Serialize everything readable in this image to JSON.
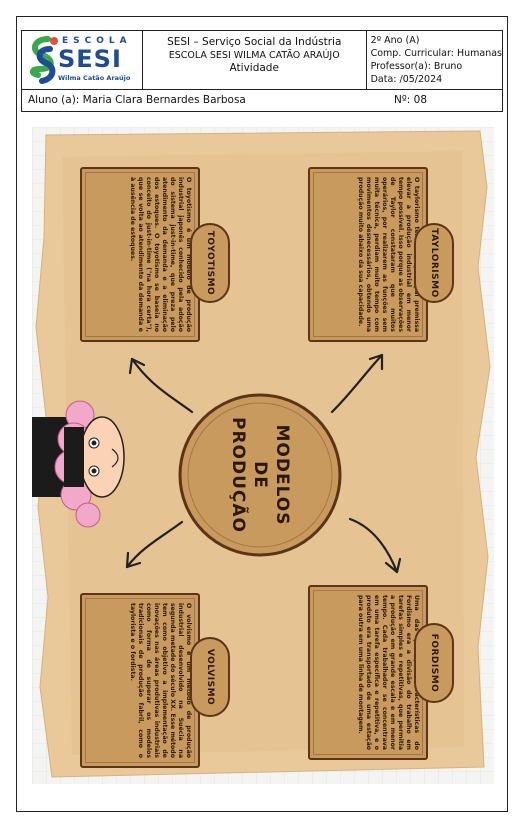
{
  "header": {
    "logo": {
      "escola": "ESCOLA",
      "sesi": "SESI",
      "subtitle": "Wilma Catão Araújo"
    },
    "institution": "SESI – Serviço Social da Indústria",
    "school": "ESCOLA SESI WILMA CATÃO ARAÚJO",
    "activity": "Atividade",
    "grade": "2º Ano (A)",
    "component": "Comp. Curricular: Humanas",
    "teacher": "Professor(a): Bruno",
    "date": "Data:      /05/2024"
  },
  "student": {
    "name": "Aluno (a): Maria Clara Bernardes Barbosa",
    "number": "Nº: 08"
  },
  "poster": {
    "center_title": "MODELOS\nDE\nPRODUÇÃO",
    "cards": [
      {
        "title": "TOYOTISMO",
        "text": "O toyotismo é um modelo de produção industrial japonês conhecido pela adoção do sistema just-in-time, que preza pelo atendimento da demanda e a eliminação dos estoques. O toyotismo se baseia no conceito do just-in-time (\"na hora certa\"), que se volta ao atendimento da demanda e à ausência de estoques."
      },
      {
        "title": "TAYLORISMO",
        "text": "O taylorismo tem como principal premissa elevar a produção industrial em menor tempo possível. Isso porque as observações de Taylor constataram que muitos operários, por realizarem as funções sem muita técnica, perdiam muito tempo com movimentos desnecessários, obtendo uma produção muito abaixo da sua capacidade."
      },
      {
        "title": "VOLVISMO",
        "text": "O volvismo é um método de produção industrial desenvolvido na Suécia na segunda metade do século XX. Esse método tem como objetivo a implementação de inovações nas áreas produtivas industriais como forma de superar os modelos tradicionais de produção fabril, como o taylorista e o fordista."
      },
      {
        "title": "FORDISMO",
        "text": "Uma das principais características do Fordismo era a divisão do trabalho em tarefas simples e repetitivas, que permitia a produção em grande escala e em menor tempo. Cada trabalhador se concentrava em uma tarefa específica e repetitiva, e o produto era transportado de uma estação para outra em uma linha de montagem."
      }
    ]
  },
  "colors": {
    "paper": "#e9c89a",
    "wood": "#c99a5e",
    "wood_border": "#5b3517",
    "logo_blue": "#1f4c93",
    "logo_green": "#3aa94a"
  }
}
